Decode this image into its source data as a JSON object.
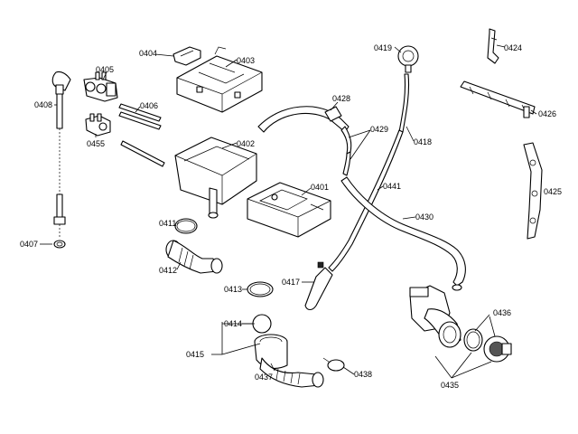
{
  "labels": {
    "p0404": "0404",
    "p0403": "0403",
    "p0419": "0419",
    "p0424": "0424",
    "p0405": "0405",
    "p0408": "0408",
    "p0406": "0406",
    "p0428": "0428",
    "p0426": "0426",
    "p0455": "0455",
    "p0402": "0402",
    "p0429": "0429",
    "p0418": "0418",
    "p0401": "0401",
    "p0441": "0441",
    "p0425": "0425",
    "p0430": "0430",
    "p0411": "0411",
    "p0407": "0407",
    "p0412": "0412",
    "p0417": "0417",
    "p0413": "0413",
    "p0414": "0414",
    "p0436": "0436",
    "p0415": "0415",
    "p0437": "0437",
    "p0438": "0438",
    "p0435": "0435"
  }
}
